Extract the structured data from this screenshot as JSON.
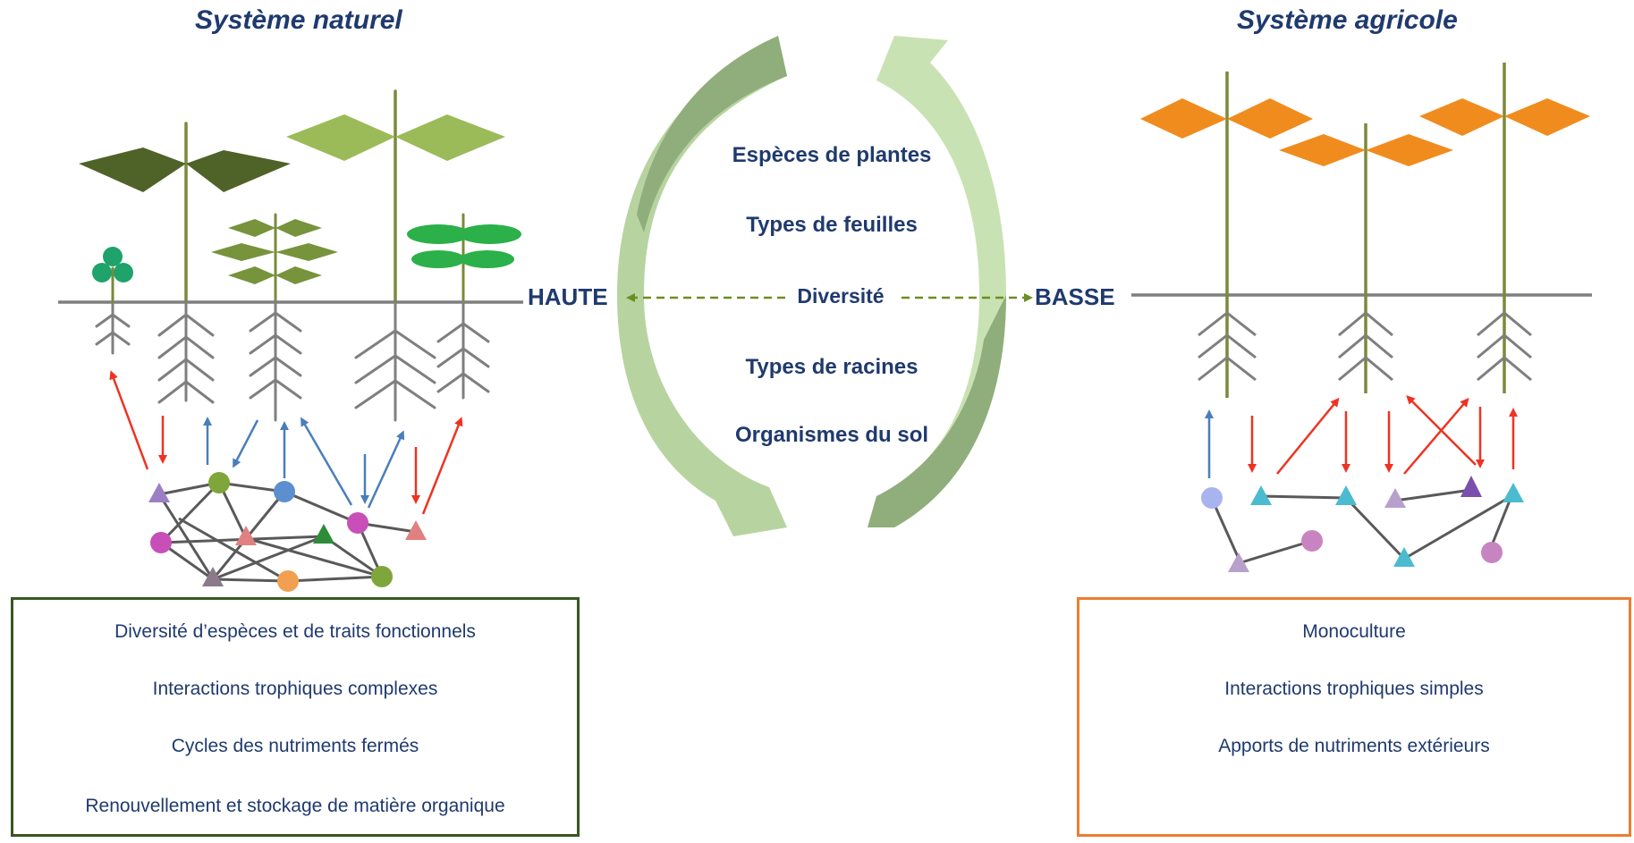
{
  "titles": {
    "natural": "Système naturel",
    "agricultural": "Système agricole"
  },
  "center": {
    "items": [
      "Espèces de plantes",
      "Types de feuilles",
      "Diversité",
      "Types de racines",
      "Organismes du sol"
    ],
    "left_end": "HAUTE",
    "right_end": "BASSE"
  },
  "natural_box": {
    "lines": [
      "Diversité d’espèces et de traits fonctionnels",
      "Interactions trophiques complexes",
      "Cycles des nutriments fermés",
      "Renouvellement et stockage de matière organique"
    ],
    "border_color": "#385723"
  },
  "agricultural_box": {
    "lines": [
      "Monoculture",
      "Interactions trophiques simples",
      "Apports de nutriments extérieurs"
    ],
    "border_color": "#ed7d31"
  },
  "colors": {
    "text": "#1f3a6e",
    "ground": "#7f7f7f",
    "stem": "#7a8a3a",
    "dark_leaf": "#4f6228",
    "light_leaf": "#9bbb59",
    "mid_leaf": "#77933c",
    "clover": "#1fa36b",
    "green_leaf": "#2bb04a",
    "orange_leaf": "#f08c1e",
    "arrow_red": "#ee3322",
    "arrow_blue": "#4a7ebb",
    "cycle_dark": "#8fae7b",
    "cycle_light": "#c9e2b3",
    "diversity_arrow": "#6b8e23"
  }
}
